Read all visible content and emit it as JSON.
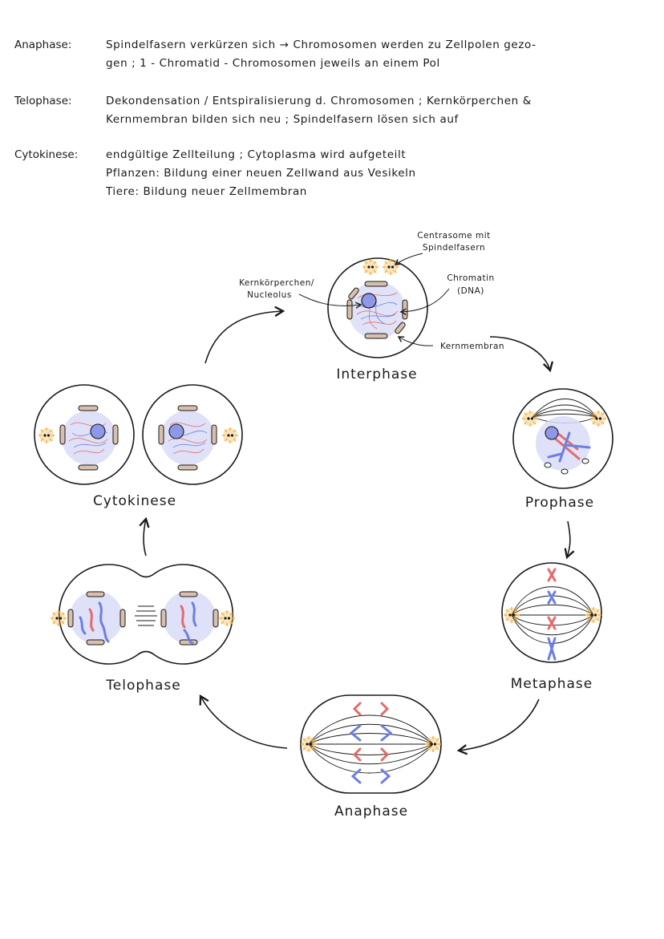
{
  "notes": [
    {
      "term": "Anaphase:",
      "lines": [
        "Spindelfasern verkürzen sich → Chromosomen werden zu Zellpolen gezo-",
        "gen ; 1 - Chromatid - Chromosomen jeweils an einem Pol"
      ]
    },
    {
      "term": "Telophase:",
      "lines": [
        "Dekondensation / Entspiralisierung d. Chromosomen ; Kernkörperchen &",
        "Kernmembran bilden sich neu ; Spindelfasern lösen sich auf"
      ]
    },
    {
      "term": "Cytokinese:",
      "lines": [
        "endgültige Zellteilung ; Cytoplasma wird aufgeteilt",
        "Pflanzen: Bildung einer neuen Zellwand aus Vesikeln",
        "Tiere: Bildung neuer Zellmembran"
      ]
    }
  ],
  "diagram": {
    "stages": {
      "interphase": "Interphase",
      "prophase": "Prophase",
      "metaphase": "Metaphase",
      "anaphase": "Anaphase",
      "telophase": "Telophase",
      "cytokinese": "Cytokinese"
    },
    "annotations": {
      "centrosome_1": "Centrasome mit",
      "centrosome_2": "Spindelfasern",
      "nucleolus_1": "Kernkörperchen/",
      "nucleolus_2": "Nucleolus",
      "chromatin_1": "Chromatin",
      "chromatin_2": "(DNA)",
      "membrane": "Kernmembran"
    },
    "colors": {
      "chromosome_red": "#e46b6b",
      "chromosome_blue": "#6d7fe0",
      "nucleus_fill": "#d8dcf6",
      "nucleolus_fill": "#8e97e8",
      "membrane_fragment": "#d8bfae",
      "centrosome": "#f2b13f"
    }
  }
}
